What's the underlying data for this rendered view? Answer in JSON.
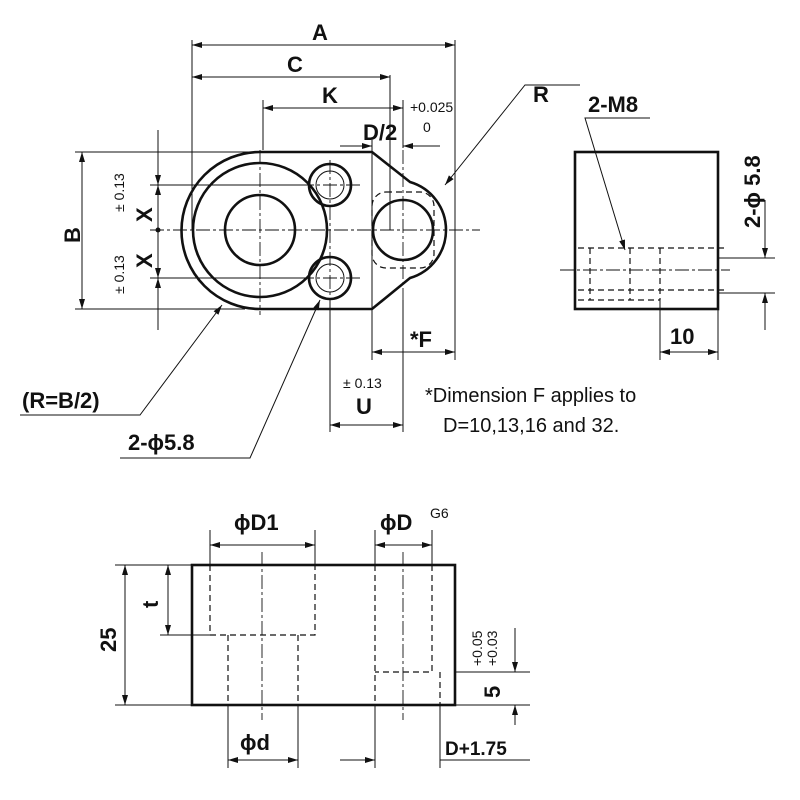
{
  "labels": {
    "A": "A",
    "C": "C",
    "K": "K",
    "D_half": "D/2",
    "D_half_tol_upper": "+0.025",
    "D_half_tol_lower": "0",
    "R": "R",
    "B": "B",
    "X_upper": "X",
    "X_lower": "X",
    "X_tol_upper": "± 0.13",
    "X_tol_lower": "± 0.13",
    "F": "*F",
    "U": "U",
    "U_tol": "± 0.13",
    "R_B2": "(R=B/2)",
    "holes_top": "2-ϕ5.8",
    "M8": "2-M8",
    "side_holes": "2-ϕ 5.8",
    "ten": "10",
    "D1": "ϕD1",
    "D": "ϕD",
    "D_fit": "G6",
    "t": "t",
    "h25": "25",
    "five": "5",
    "five_tol_upper": "+0.05",
    "five_tol_lower": "+0.03",
    "d": "ϕd",
    "D175": "D+1.75"
  },
  "note": {
    "line1": "*Dimension F applies to",
    "line2": "D=10,13,16 and 32."
  }
}
